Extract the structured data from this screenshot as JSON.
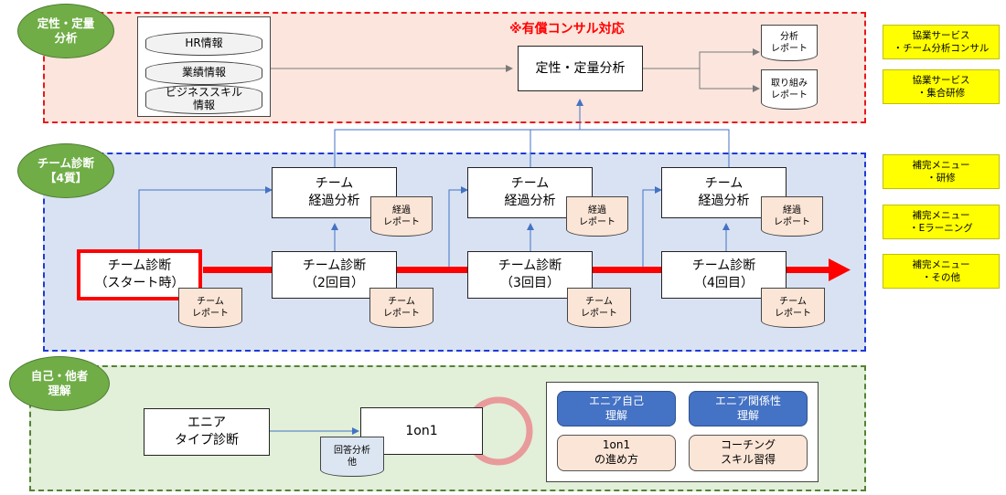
{
  "section1": {
    "pill": "定性・定量\n分析",
    "paid_note": "※有償コンサル対応",
    "databases": [
      "HR情報",
      "業績情報",
      "ビジネススキル\n情報"
    ],
    "analysis_box": "定性・定量分析",
    "reports": [
      "分析\nレポート",
      "取り組み\nレポート"
    ]
  },
  "section2": {
    "pill": "チーム診断\n【4質】",
    "diagnoses": [
      "チーム診断\n（スタート時）",
      "チーム診断\n（2回目）",
      "チーム診断\n（3回目）",
      "チーム診断\n（4回目）"
    ],
    "team_report": "チーム\nレポート",
    "progress_analysis": "チーム\n経過分析",
    "progress_report": "経過\nレポート"
  },
  "section3": {
    "pill": "自己・他者\n理解",
    "enneagram": "エニア\nタイプ診断",
    "one_on_one": "1on1",
    "answer_doc": "回答分析\n他",
    "menu": {
      "self": "エニア自己\n理解",
      "relation": "エニア関係性\n理解",
      "howto": "1on1\nの進め方",
      "coaching": "コーチング\nスキル習得"
    }
  },
  "side_menu": [
    "協業サービス\n・チーム分析コンサル",
    "協業サービス\n・集合研修",
    "補完メニュー\n・研修",
    "補完メニュー\n・Eラーニング",
    "補完メニュー\n・その他"
  ],
  "colors": {
    "paid_note": "#ff0000",
    "timeline_arrow": "#ff0000",
    "connector": "#4472c4",
    "yellow": "#ffff00"
  }
}
